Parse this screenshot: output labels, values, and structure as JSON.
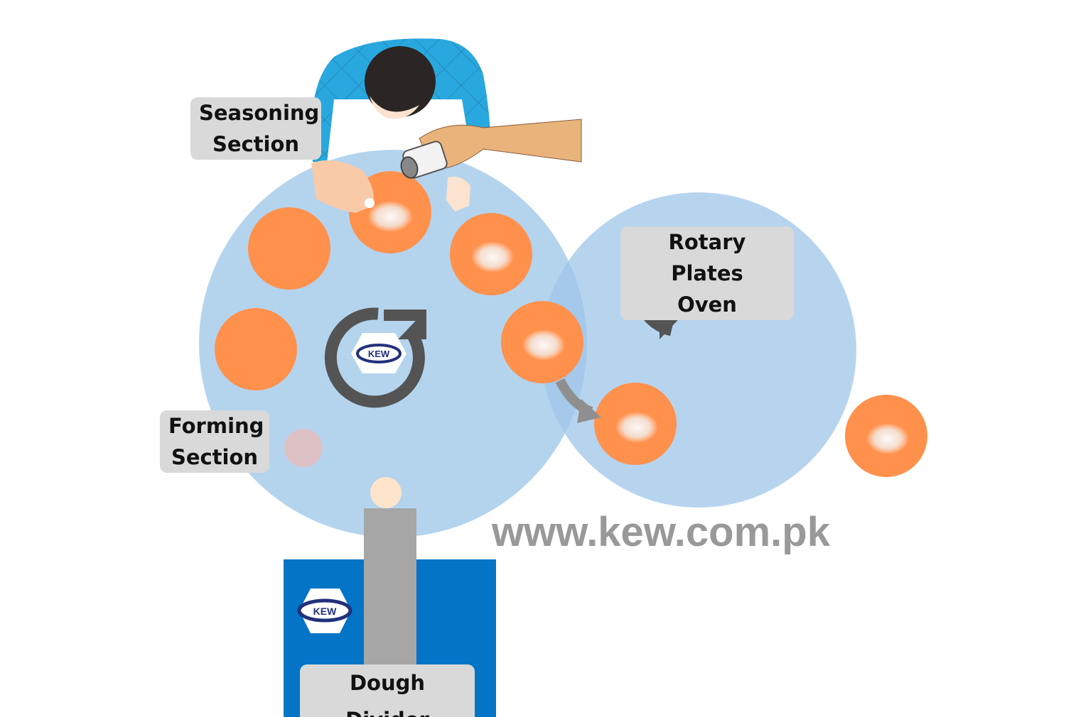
{
  "title": "Rotary Dough Forming, Seasoning and Oven Process",
  "labels": {
    "seasoning": [
      "Seasoning",
      "Section"
    ],
    "oven": [
      "Rotary Plates",
      "Oven"
    ],
    "forming": [
      "Forming",
      "Section"
    ],
    "divider": "Dough Divider"
  },
  "website": "www.kew.com.pk",
  "logo_text": "KEW",
  "colors": {
    "plate": "#b4d4ee",
    "dough": "#ff914d",
    "arrow": "#545454",
    "divider_box": "#0474c6",
    "chute": "#a6a6a6",
    "label_bg": "#d9d9d9",
    "url_text": "#999999"
  },
  "rotation": {
    "left_plate": "clockwise",
    "right_plate": "counter-clockwise"
  }
}
